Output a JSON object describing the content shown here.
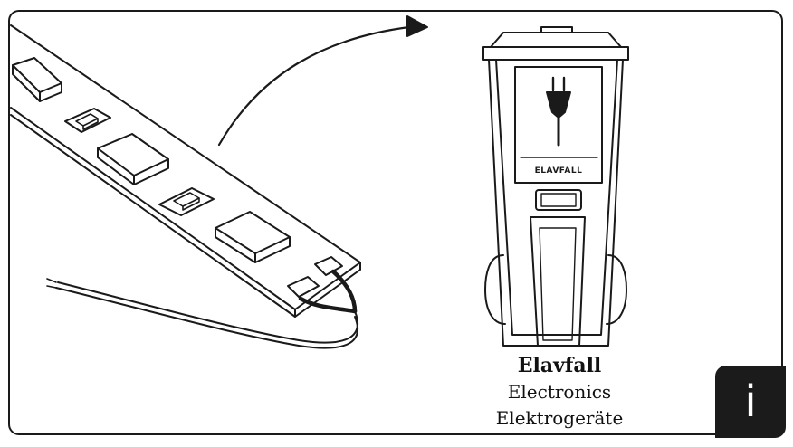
{
  "bin": {
    "label": "ELAVFALL",
    "icon": "plug-icon"
  },
  "caption": {
    "title": "Elavfall",
    "line1": "Electronics",
    "line2": "Elektrogeräte"
  },
  "info_button": {
    "label": "i",
    "icon": "info-icon"
  },
  "colors": {
    "ink": "#1a1a1a",
    "background": "#ffffff"
  }
}
